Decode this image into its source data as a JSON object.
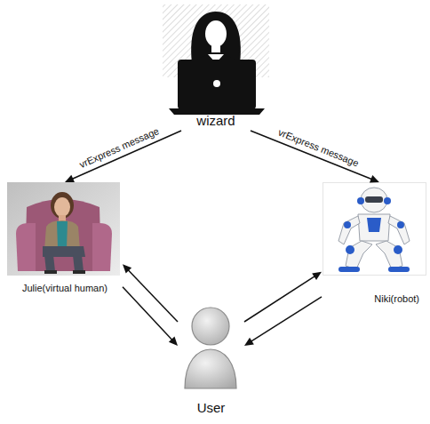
{
  "diagram": {
    "nodes": [
      {
        "text": [
          "wizard"
        ]
      },
      {
        "text": [
          "Julie(virtual human)"
        ]
      },
      {
        "text": [
          "Niki(robot)"
        ]
      },
      {
        "text": [
          "User"
        ]
      }
    ],
    "edges": [
      {
        "from": 0,
        "to": 1,
        "arrow": "to",
        "label": "vrExpress message"
      },
      {
        "from": 0,
        "to": 2,
        "arrow": "to",
        "label": "vrExpress message"
      },
      {
        "from": 1,
        "to": 3,
        "arrow": "to"
      },
      {
        "from": 3,
        "to": 1,
        "arrow": "to"
      },
      {
        "from": 3,
        "to": 2,
        "arrow": "to"
      },
      {
        "from": 2,
        "to": 3,
        "arrow": "to"
      }
    ]
  }
}
